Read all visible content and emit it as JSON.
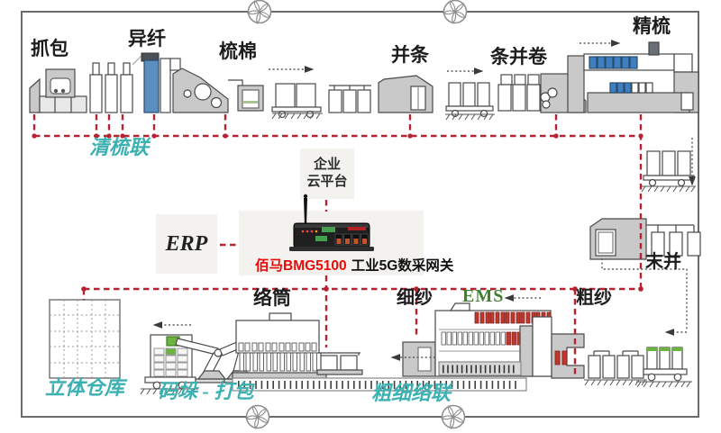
{
  "diagram": {
    "top_process_labels": [
      "抓包",
      "异纤",
      "梳棉",
      "并条",
      "条并卷",
      "精梳"
    ],
    "group_labels": {
      "qing_shu_lian": "清梳联",
      "cu_xi_luo_lian": "粗细络联"
    },
    "center": {
      "cloud_line1": "企业",
      "cloud_line2": "云平台",
      "erp_label": "ERP",
      "gateway_brand": "佰马BMG5100",
      "gateway_name": "工业5G数采网关"
    },
    "bottom_process_labels": {
      "warehouse": "立体仓库",
      "palletizing": "码垛 - 打包",
      "winding": "络筒",
      "spinning": "细纱",
      "ems": "EMS",
      "roving": "粗纱",
      "final_drawing": "末并"
    },
    "icons": {
      "corner_fans": "fan-icon"
    },
    "colors": {
      "bus_red": "#b52231",
      "teal_label": "#3db1b1",
      "ems_green": "#41802e",
      "machine_blue": "#5b8fc0",
      "brand_red": "#ea0a0a",
      "accent_green": "#6cb33f"
    }
  }
}
